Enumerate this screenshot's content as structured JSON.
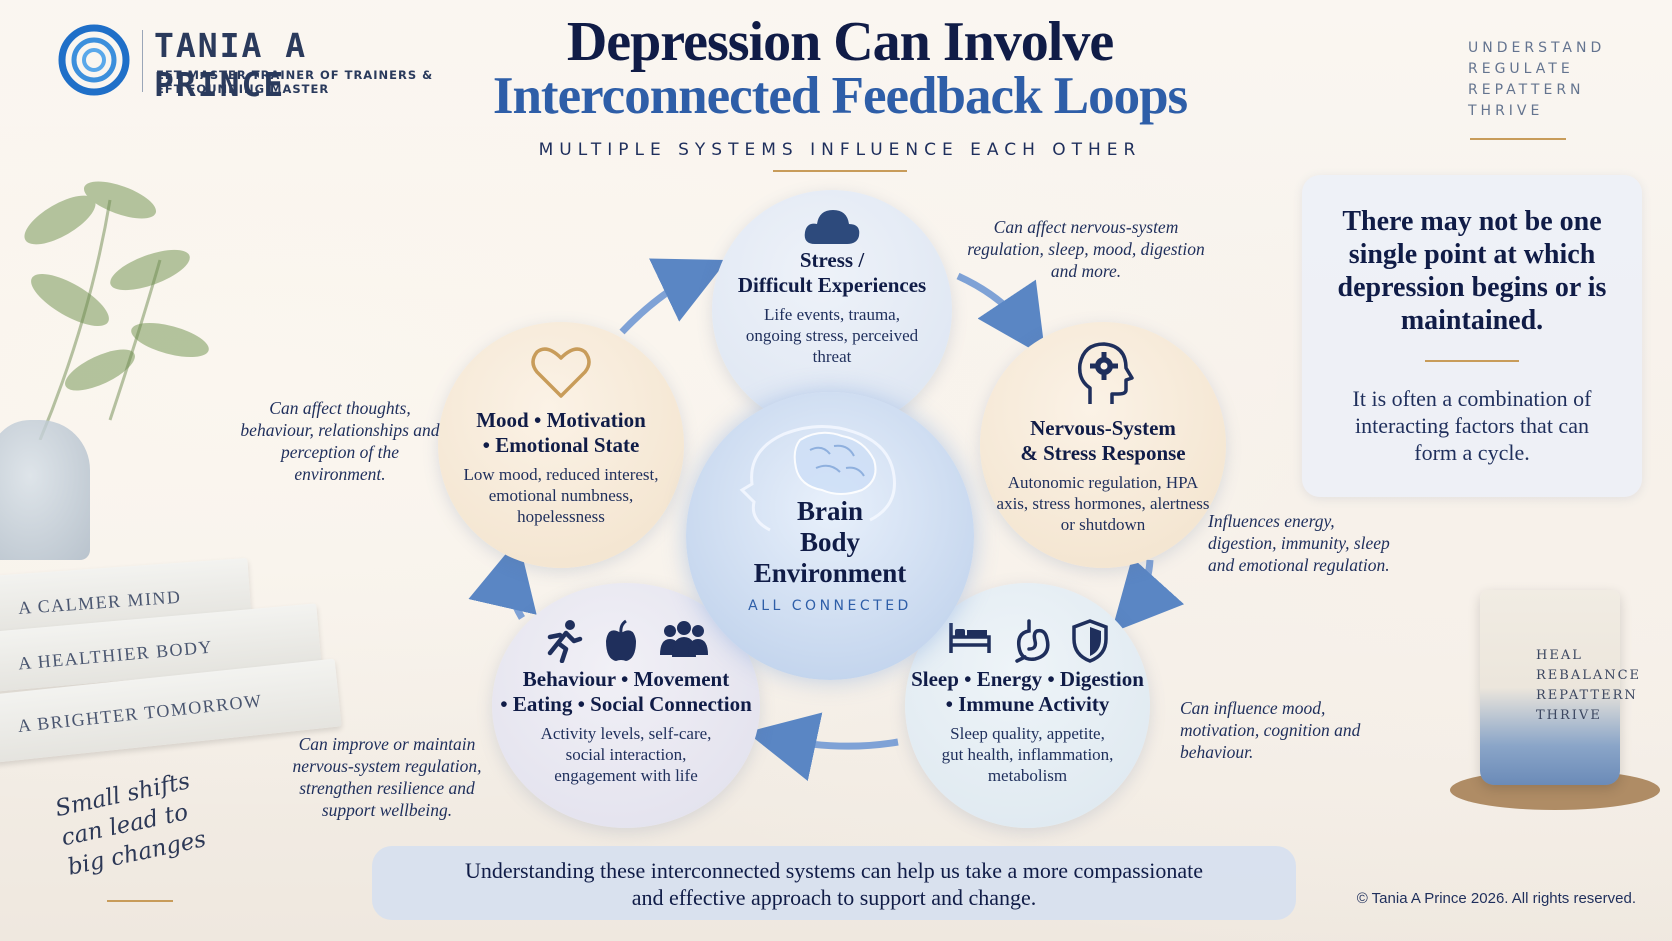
{
  "brand": {
    "name": "TANIA A PRINCE",
    "subtitle_line1": "EFT MASTER TRAINER OF TRAINERS &",
    "subtitle_line2": "EFT FOUNDING MASTER"
  },
  "header": {
    "title_line1": "Depression Can Involve",
    "title_line2": "Interconnected Feedback Loops",
    "subtitle": "MULTIPLE SYSTEMS INFLUENCE EACH OTHER"
  },
  "top_right_words": [
    "UNDERSTAND",
    "REGULATE",
    "REPATTERN",
    "THRIVE"
  ],
  "info_card": {
    "heading": "There may not be one single point at which depression begins or is maintained.",
    "body": "It is often a combination of interacting factors that can form a cycle."
  },
  "center": {
    "line1": "Brain",
    "line2": "Body",
    "line3": "Environment",
    "subtitle": "ALL CONNECTED"
  },
  "nodes": {
    "stress": {
      "icon": "cloud-icon",
      "title_line1": "Stress /",
      "title_line2": "Difficult Experiences",
      "description": "Life events, trauma, ongoing stress, perceived threat"
    },
    "nervous": {
      "icon": "head-gear-icon",
      "title_line1": "Nervous-System",
      "title_line2": "& Stress Response",
      "description": "Autonomic regulation, HPA axis, stress hormones, alertness or shutdown"
    },
    "sleep": {
      "icons": [
        "bed-icon",
        "stomach-icon",
        "shield-icon"
      ],
      "title_line1": "Sleep • Energy • Digestion",
      "title_line2": "• Immune Activity",
      "description": "Sleep quality, appetite, gut health, inflammation, metabolism"
    },
    "behaviour": {
      "icons": [
        "running-person-icon",
        "apple-icon",
        "group-icon"
      ],
      "title_line1": "Behaviour • Movement",
      "title_line2": "• Eating • Social Connection",
      "description": "Activity levels, self-care, social interaction, engagement with life"
    },
    "mood": {
      "icon": "heart-icon",
      "title_line1": "Mood • Motivation",
      "title_line2": "• Emotional State",
      "description": "Low mood, reduced interest, emotional numbness, hopelessness"
    }
  },
  "annotations": {
    "stress": "Can affect nervous-system regulation, sleep, mood, digestion and more.",
    "nervous": "Influences energy, digestion, immunity, sleep and emotional regulation.",
    "sleep": "Can influence mood, motivation, cognition and behaviour.",
    "behaviour": "Can improve or maintain nervous-system regulation, strengthen resilience and support wellbeing.",
    "mood": "Can affect thoughts, behaviour, relationships and perception of the environment."
  },
  "books": [
    "A CALMER MIND",
    "A HEALTHIER BODY",
    "A BRIGHTER TOMORROW"
  ],
  "mug_words": [
    "HEAL",
    "REBALANCE",
    "REPATTERN",
    "THRIVE"
  ],
  "handwriting": [
    "Small shifts",
    "can lead to",
    "big changes"
  ],
  "banner": {
    "line1": "Understanding these interconnected systems can help us take a more compassionate",
    "line2": "and effective approach to support and change."
  },
  "copyright": "© Tania A Prince 2026. All rights reserved.",
  "colors": {
    "navy": "#101c47",
    "accent_blue": "#2e5ea8",
    "gold": "#c89c5a",
    "arrow_blue": "#5a86c4"
  }
}
